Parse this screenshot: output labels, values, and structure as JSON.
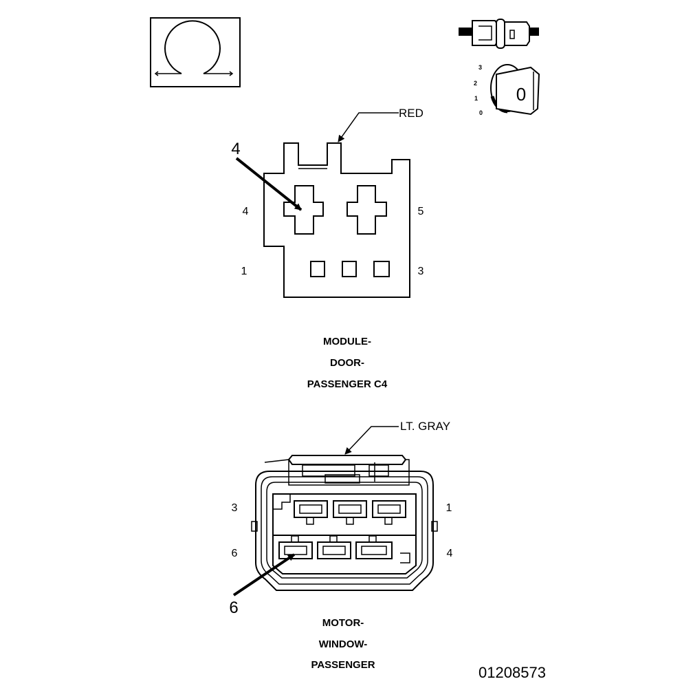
{
  "icons": {
    "top_left": "connector-face-view-icon",
    "top_right_connector": "two-piece-connector-icon",
    "top_right_lock": "lock-cylinder-icon",
    "lock_positions": [
      "3",
      "2",
      "1",
      "0"
    ],
    "lock_face": "0"
  },
  "connector_c4": {
    "callout_number": "4",
    "color": "RED",
    "pins": {
      "top_left": "4",
      "top_right": "5",
      "bottom_left": "1",
      "bottom_right": "3"
    },
    "title_lines": [
      "MODULE-",
      "DOOR-",
      "PASSENGER C4"
    ]
  },
  "connector_motor": {
    "color": "LT. GRAY",
    "callout_number": "6",
    "pins": {
      "top_left": "3",
      "top_right": "1",
      "bottom_left": "6",
      "bottom_right": "4"
    },
    "title_lines": [
      "MOTOR-",
      "WINDOW-",
      "PASSENGER"
    ]
  },
  "figure_number": "01208573"
}
